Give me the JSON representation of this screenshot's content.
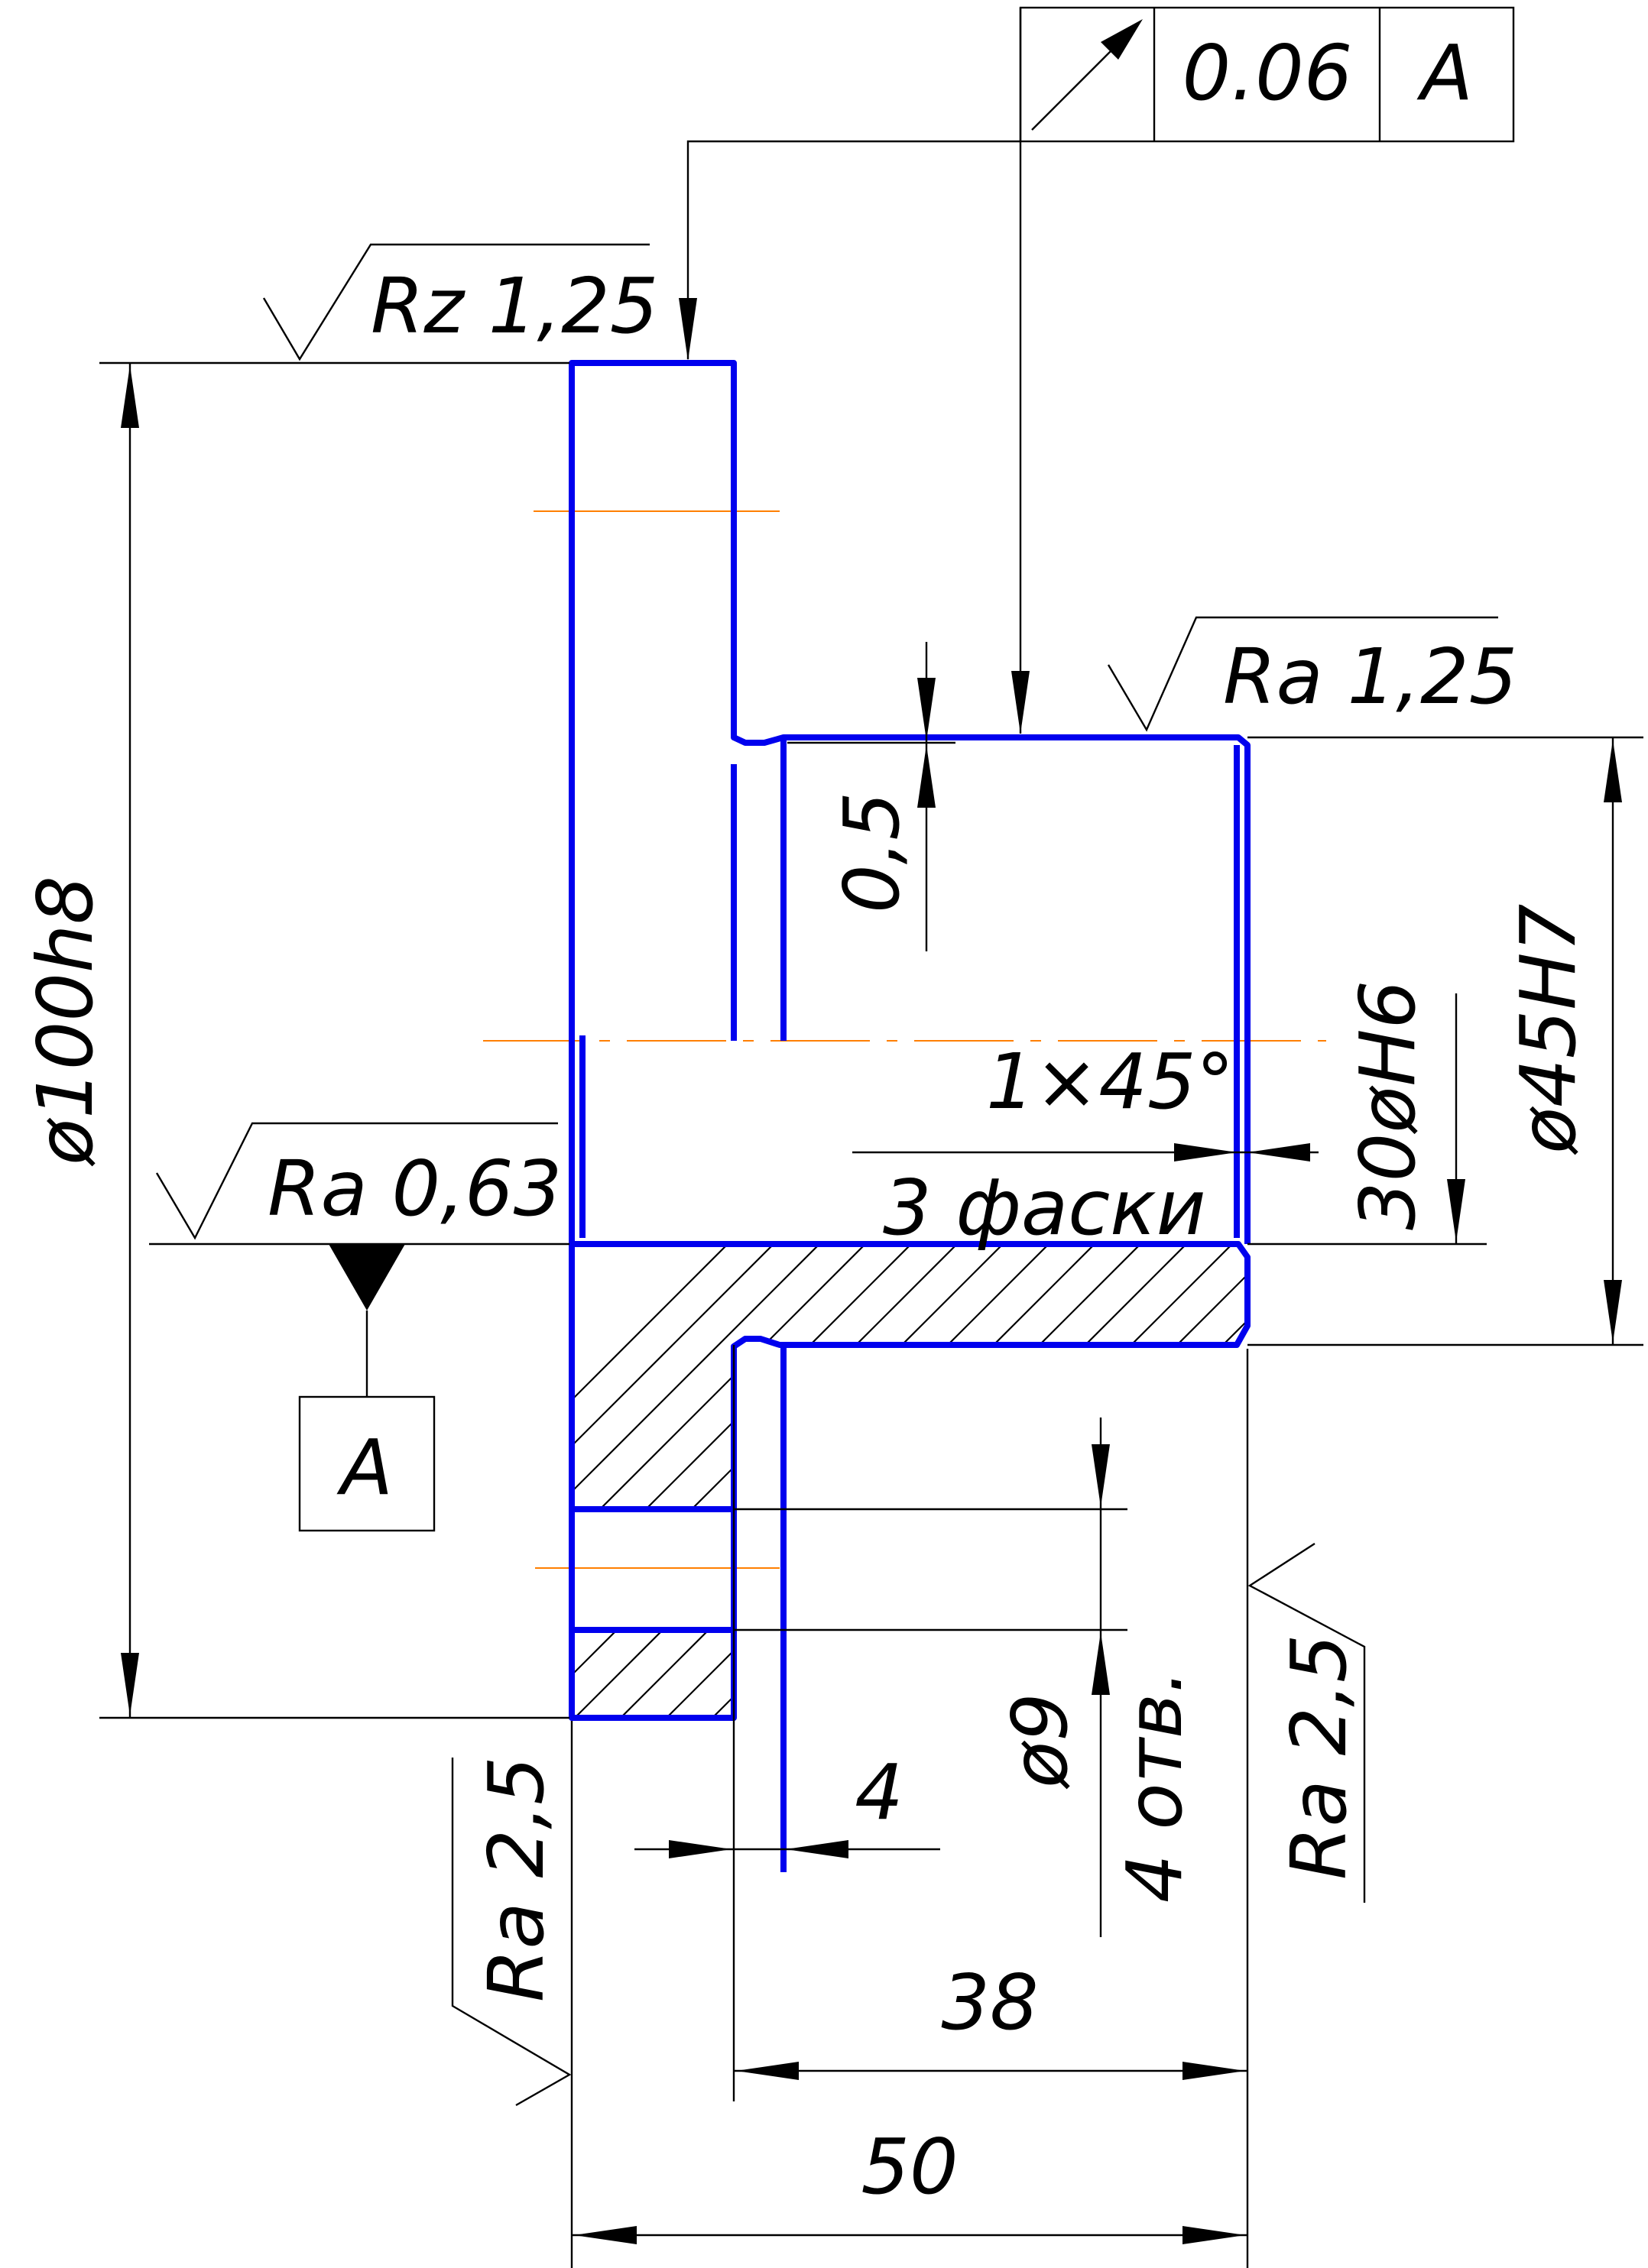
{
  "tolerance_frame": {
    "symbol": "radial-runout-arrow",
    "value": "0.06",
    "datum": "A"
  },
  "datum": {
    "label": "A"
  },
  "surface_finish": {
    "top": "Rz 1,25",
    "bore_step": "Ra 1,25",
    "flange_face": "Ra 0,63",
    "right_face": "Ra 2,5",
    "left_face": "Ra 2,5"
  },
  "dimensions": {
    "outer_diameter": "ø100h8",
    "bore_diameter": "ø45H7",
    "inner_bore": "30øH6",
    "step_depth": "0,5",
    "chamfer": "1×45°",
    "chamfer_note": "3 фаски",
    "hole_diameter": "ø9",
    "hole_count": "4 отв.",
    "groove": "4",
    "length_38": "38",
    "length_50": "50"
  },
  "colors": {
    "part_outline": "#0000ee",
    "center_line": "#ff7f00",
    "annotation": "#000000"
  }
}
